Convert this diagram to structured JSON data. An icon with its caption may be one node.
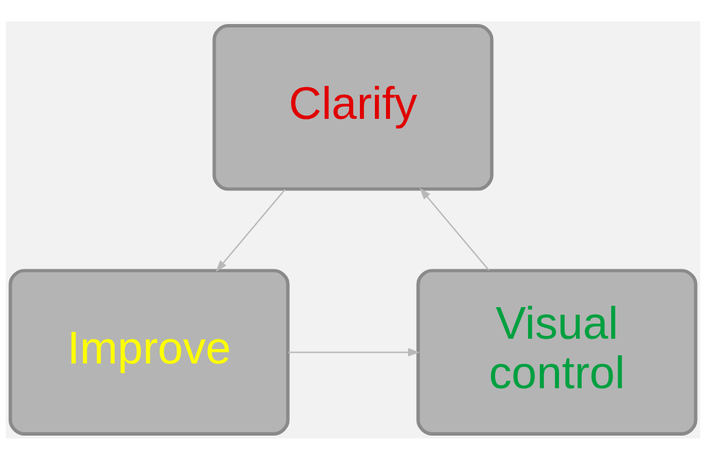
{
  "diagram": {
    "nodes": [
      {
        "text": [
          "Clarify"
        ]
      },
      {
        "text": [
          "Improve"
        ]
      },
      {
        "text": [
          "Visual control"
        ]
      }
    ],
    "edges": [
      {
        "from": 0,
        "to": 1,
        "arrow": "to"
      },
      {
        "from": 1,
        "to": 2,
        "arrow": "to"
      },
      {
        "from": 2,
        "to": 0,
        "arrow": "to"
      }
    ]
  }
}
